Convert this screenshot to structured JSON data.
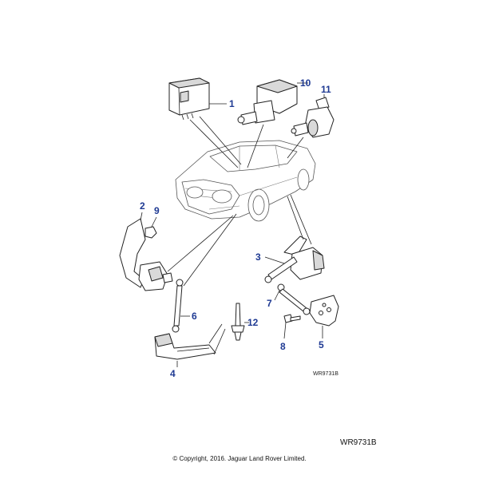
{
  "callouts": {
    "c1": "1",
    "c2": "2",
    "c3": "3",
    "c4": "4",
    "c5": "5",
    "c6": "6",
    "c7": "7",
    "c8": "8",
    "c9": "9",
    "c10": "10",
    "c11": "11",
    "c12": "12"
  },
  "ref_small": "WR9731B",
  "ref_large": "WR9731B",
  "copyright": "© Copyright, 2016. Jaguar Land Rover Limited.",
  "colors": {
    "callout": "#1f3a93",
    "line": "#222222"
  }
}
